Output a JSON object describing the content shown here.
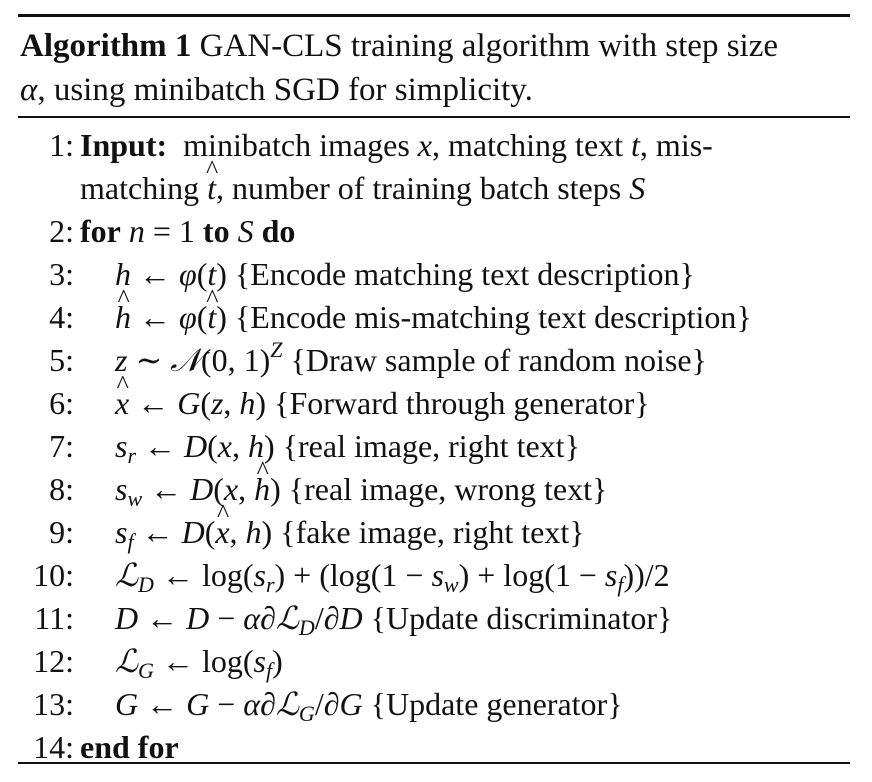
{
  "algorithm": {
    "label": "Algorithm 1",
    "title_rest": "GAN-CLS training algorithm with step size",
    "title_line2": "α, using minibatch SGD for simplicity."
  },
  "steps": [
    {
      "number": "1:",
      "keyword": "Input:",
      "text": "minibatch images x, matching text t, mis-",
      "continuation": "matching t̂, number of training batch steps S"
    },
    {
      "number": "2:",
      "text": "for n = 1 to S do"
    },
    {
      "number": "3:",
      "text": "h ← φ(t) {Encode matching text description}"
    },
    {
      "number": "4:",
      "text": "ĥ ← φ(t̂) {Encode mis-matching text description}"
    },
    {
      "number": "5:",
      "text": "z ∼ 𝒩(0, 1)^Z {Draw sample of random noise}"
    },
    {
      "number": "6:",
      "text": "x̂ ← G(z, h) {Forward through generator}"
    },
    {
      "number": "7:",
      "text": "s_r ← D(x, h) {real image, right text}"
    },
    {
      "number": "8:",
      "text": "s_w ← D(x, ĥ) {real image, wrong text}"
    },
    {
      "number": "9:",
      "text": "s_f ← D(x̂, h) {fake image, right text}"
    },
    {
      "number": "10:",
      "text": "ℒ_D ← log(s_r) + (log(1 − s_w) + log(1 − s_f))/2"
    },
    {
      "number": "11:",
      "text": "D ← D − α∂ℒ_D/∂D {Update discriminator}"
    },
    {
      "number": "12:",
      "text": "ℒ_G ← log(s_f)"
    },
    {
      "number": "13:",
      "text": "G ← G − α∂ℒ_G/∂G {Update generator}"
    },
    {
      "number": "14:",
      "text": "end for"
    }
  ],
  "comments": {
    "s3": "{Encode matching text description}",
    "s4": "{Encode mis-matching text description}",
    "s5": "{Draw sample of random noise}",
    "s6": "{Forward through generator}",
    "s7": "{real image, right text}",
    "s8": "{real image, wrong text}",
    "s9": "{fake image, right text}",
    "s11": "{Update discriminator}",
    "s13": "{Update generator}"
  },
  "keywords": {
    "input": "Input:",
    "for": "for",
    "to": "to",
    "do": "do",
    "end_for": "end for"
  }
}
